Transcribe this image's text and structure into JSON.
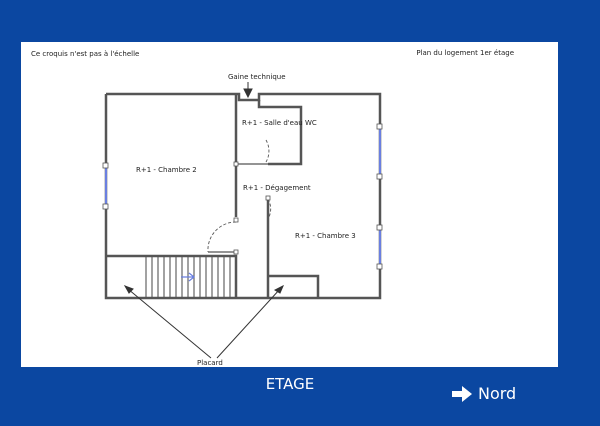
{
  "sheet": {
    "scale_note": "Ce croquis n'est pas à l'échelle",
    "plan_title": "Plan du logement 1er étage"
  },
  "plan": {
    "rooms": [
      {
        "key": "chambre2",
        "label": "R+1 - Chambre 2"
      },
      {
        "key": "salle_eau",
        "label": "R+1 - Salle d'eau WC"
      },
      {
        "key": "degagement",
        "label": "R+1 - Dégagement"
      },
      {
        "key": "chambre3",
        "label": "R+1 - Chambre 3"
      }
    ],
    "gaine_label": "Gaine technique",
    "placard_label": "Placard",
    "wall_color": "#555555",
    "window_color": "#6a7fe0"
  },
  "footer": {
    "floor_label": "ETAGE",
    "north_label": "Nord",
    "north_icon": "arrow-right-icon"
  },
  "colors": {
    "background": "#0b47a1",
    "sheet": "#ffffff"
  }
}
